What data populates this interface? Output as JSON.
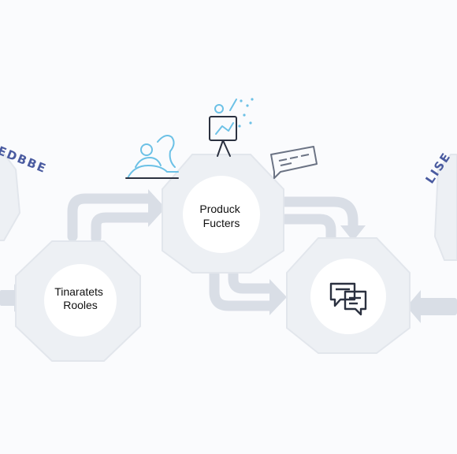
{
  "diagram": {
    "left_heading": "EDBBE",
    "right_heading": "LISE",
    "nodes": {
      "left_node": {
        "line1": "Tinaratets",
        "line2": "Rooles"
      },
      "center_node": {
        "line1": "Produck",
        "line2": "Fucters"
      },
      "right_node": {
        "icon": "chat-bubbles-icon"
      }
    },
    "decorative_icons": [
      "people-icon",
      "easel-chart-icon",
      "chat-card-icon"
    ],
    "colors": {
      "gear": "#edf0f4",
      "gear_edge": "#e2e6ec",
      "arrow": "#d9dee6",
      "heading": "#4a5ba0",
      "accent_blue": "#6cc1e6",
      "icon_dark": "#2b3140"
    }
  }
}
